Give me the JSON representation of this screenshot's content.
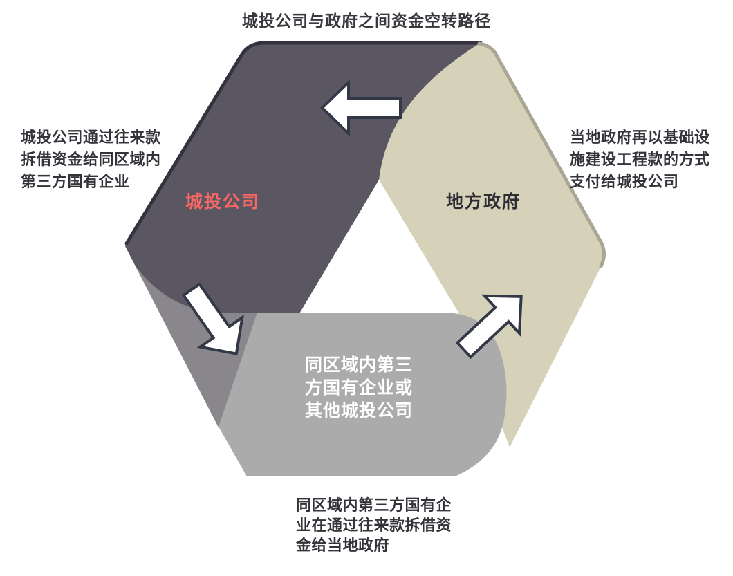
{
  "title": "城投公司与政府之间资金空转路径",
  "nodes": {
    "chengtou": {
      "label": "城投公司"
    },
    "government": {
      "label": "地方政府"
    },
    "third_party": {
      "lines": [
        "同区域内第三",
        "方国有企业或",
        "其他城投公司"
      ]
    }
  },
  "annotations": {
    "left": {
      "lines": [
        "城投公司通过往来款",
        "拆借资金给同区域内",
        "第三方国有企业"
      ]
    },
    "right": {
      "lines": [
        "当地政府再以基础设",
        "施建设工程款的方式",
        "支付给城投公司"
      ]
    },
    "bottom": {
      "lines": [
        "同区域内第三方国有企",
        "业在通过往来款拆借资",
        "金给当地政府"
      ]
    }
  },
  "flows": [
    {
      "from": "地方政府",
      "to": "城投公司",
      "arrow": "left"
    },
    {
      "from": "城投公司",
      "to": "同区域内第三方国有企业或其他城投公司",
      "arrow": "down-right"
    },
    {
      "from": "同区域内第三方国有企业或其他城投公司",
      "to": "地方政府",
      "arrow": "up-right"
    }
  ],
  "colors": {
    "background": "#ffffff",
    "dark_ribbon": "#5a5763",
    "dark_ribbon_edge": "#34323f",
    "beige_ribbon": "#d6d2ba",
    "beige_ribbon_edge": "#a9a695",
    "gray_ribbon": "#acabab",
    "gray_fold_overlay": "rgba(172,171,171,0.58)",
    "accent_red": "#fb6763",
    "text_dark": "#35333a",
    "arrow_fill": "#ffffff",
    "arrow_outline": "#333847"
  }
}
